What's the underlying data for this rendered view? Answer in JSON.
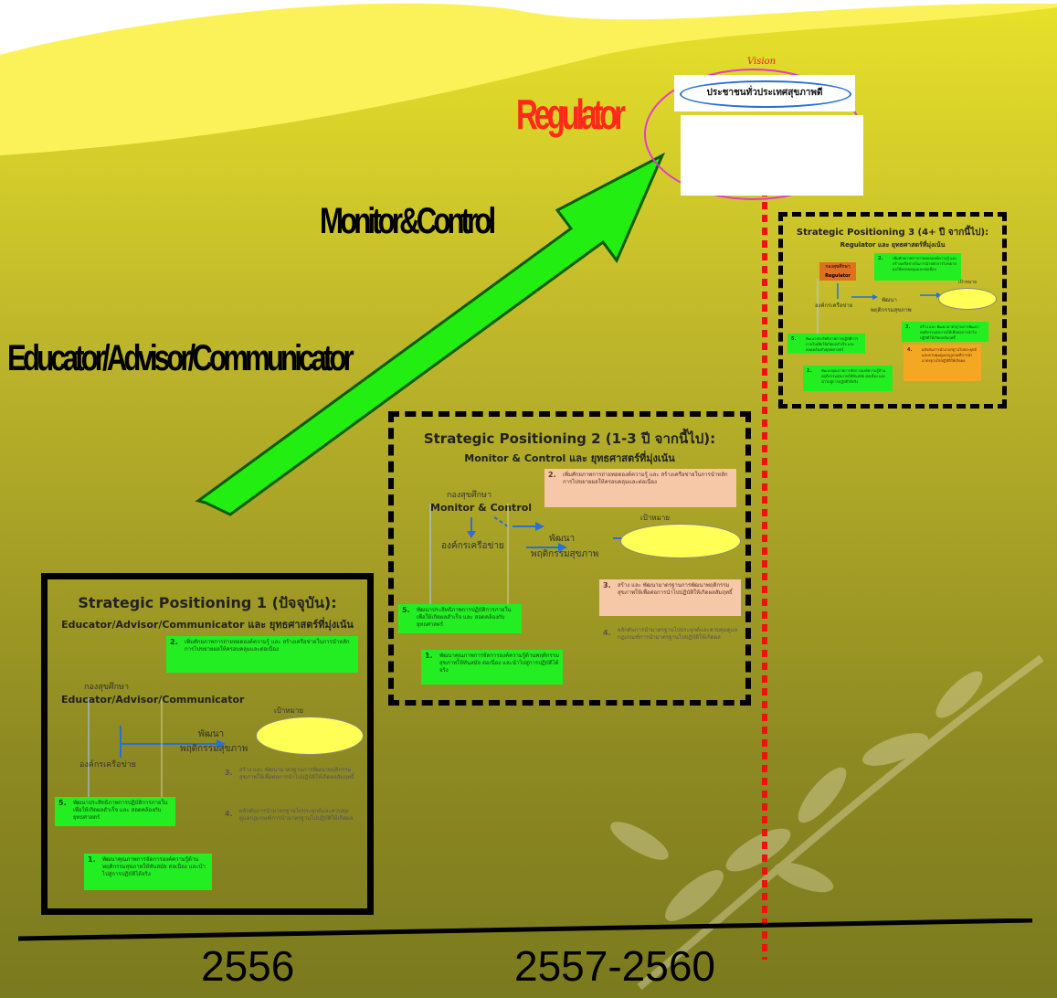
{
  "labels": {
    "regulator": "Regulator",
    "monitor_control": "Monitor&Control",
    "educator": "Educator/Advisor/Communicator",
    "vision": "Vision",
    "vision_text": "ประชาชนทั่วประเทศสุขภาพดี"
  },
  "timeline": {
    "year1": "2556",
    "year2": "2557-2560"
  },
  "box1": {
    "title": "Strategic Positioning 1 (ปัจจุบัน):",
    "subtitle": "Educator/Advisor/Communicator และ ยุทธศาสตร์ที่มุ่งเน้น",
    "org_label": "กองสุขศึกษา",
    "role": "Educator/Advisor/Communicator",
    "network": "องค์กรเครือข่าย",
    "develop": "พัฒนา",
    "behavior": "พฤติกรรมสุขภาพ",
    "goal": "เป้าหมาย",
    "items": [
      {
        "n": "2.",
        "text": "เพิ่มศักยภาพการถ่ายทอดองค์ความรู้ และ สร้างเครือข่ายในการนำหลักการไปขยายผลให้ครอบคลุมและต่อเนื่อง"
      },
      {
        "n": "3.",
        "text": "สร้าง และ พัฒนามาตรฐานการพัฒนาพฤติกรรมสุขภาพให้เพื่อต่อการนำไปปฏิบัติให้เกิดผลสัมฤทธิ์"
      },
      {
        "n": "4.",
        "text": "ผลักดันการนำมาตรฐานไปประยุกต์และควบคุมดูแลกฎเกณฑ์การนำมาตรฐานไปปฏิบัติให้เกิดผล"
      },
      {
        "n": "5.",
        "text": "พัฒนาประสิทธิภาพการปฏิบัติการภายในเพื่อให้เกิดผลสำเร็จ และ สอดคล้องกับยุทธศาสตร์"
      },
      {
        "n": "1.",
        "text": "พัฒนาคุณภาพการจัดการองค์ความรู้ด้านพฤติกรรมสุขภาพให้ทันสมัย ต่อเนื่อง และนำไปสู่การปฏิบัติได้จริง"
      }
    ]
  },
  "box2": {
    "title": "Strategic Positioning 2 (1-3 ปี จากนี้ไป):",
    "subtitle": "Monitor & Control และ ยุทธศาสตร์ที่มุ่งเน้น",
    "org_label": "กองสุขศึกษา",
    "role": "Monitor & Control",
    "network": "องค์กรเครือข่าย",
    "develop": "พัฒนา",
    "behavior": "พฤติกรรมสุขภาพ",
    "goal": "เป้าหมาย",
    "items": [
      {
        "n": "2.",
        "text": "เพิ่มศักยภาพการถ่ายทอดองค์ความรู้ และ สร้างเครือข่ายในการนำหลักการไปขยายผลให้ครอบคลุมและต่อเนื่อง"
      },
      {
        "n": "3.",
        "text": "สร้าง และ พัฒนามาตรฐานการพัฒนาพฤติกรรมสุขภาพให้เพื่อต่อการนำไปปฏิบัติให้เกิดผลสัมฤทธิ์"
      },
      {
        "n": "4.",
        "text": "ผลักดันการนำมาตรฐานไปประยุกต์และควบคุมดูแลกฎเกณฑ์การนำมาตรฐานไปปฏิบัติให้เกิดผล"
      },
      {
        "n": "5.",
        "text": "พัฒนาประสิทธิภาพการปฏิบัติการภายในเพื่อให้เกิดผลสำเร็จ และ สอดคล้องกับยุทธศาสตร์"
      },
      {
        "n": "1.",
        "text": "พัฒนาคุณภาพการจัดการองค์ความรู้ด้านพฤติกรรมสุขภาพให้ทันสมัย ต่อเนื่อง และนำไปสู่การปฏิบัติได้จริง"
      }
    ]
  },
  "box3": {
    "title": "Strategic Positioning 3 (4+ ปี จากนี้ไป):",
    "subtitle": "Regulator และ ยุทธศาสตร์ที่มุ่งเน้น",
    "org_label": "กองสุขศึกษา",
    "role": "Regulator",
    "network": "องค์กรเครือข่าย",
    "develop": "พัฒนา",
    "behavior": "พฤติกรรมสุขภาพ",
    "goal": "เป้าหมาย",
    "items": [
      {
        "n": "2.",
        "text": "เพิ่มศักยภาพการถ่ายทอดองค์ความรู้ และ สร้างเครือข่ายในการนำหลักการไปขยายผลให้ครอบคลุมและต่อเนื่อง"
      },
      {
        "n": "3.",
        "text": "สร้าง และ พัฒนามาตรฐานการพัฒนาพฤติกรรมสุขภาพให้เพื่อต่อการนำไปปฏิบัติให้เกิดผลสัมฤทธิ์"
      },
      {
        "n": "4.",
        "text": "ผลักดันการนำมาตรฐานไปประยุกต์และควบคุมดูแลกฎเกณฑ์การนำมาตรฐานไปปฏิบัติให้เกิดผล"
      },
      {
        "n": "5.",
        "text": "พัฒนาประสิทธิภาพการปฏิบัติการภายในเพื่อให้เกิดผลสำเร็จ และ สอดคล้องกับยุทธศาสตร์"
      },
      {
        "n": "1.",
        "text": "พัฒนาคุณภาพการจัดการองค์ความรู้ด้านพฤติกรรมสุขภาพให้ทันสมัย ต่อเนื่อง และนำไปสู่การปฏิบัติได้จริง"
      }
    ]
  },
  "colors": {
    "arrow": "#22ee11",
    "regulator_text": "#ff2a1a",
    "timeline_marker": "#ee1111",
    "green_box": "#22ee22",
    "peach_box": "#f7c8a8",
    "orange_box": "#f4a722",
    "goal_oval": "#ffff55"
  }
}
